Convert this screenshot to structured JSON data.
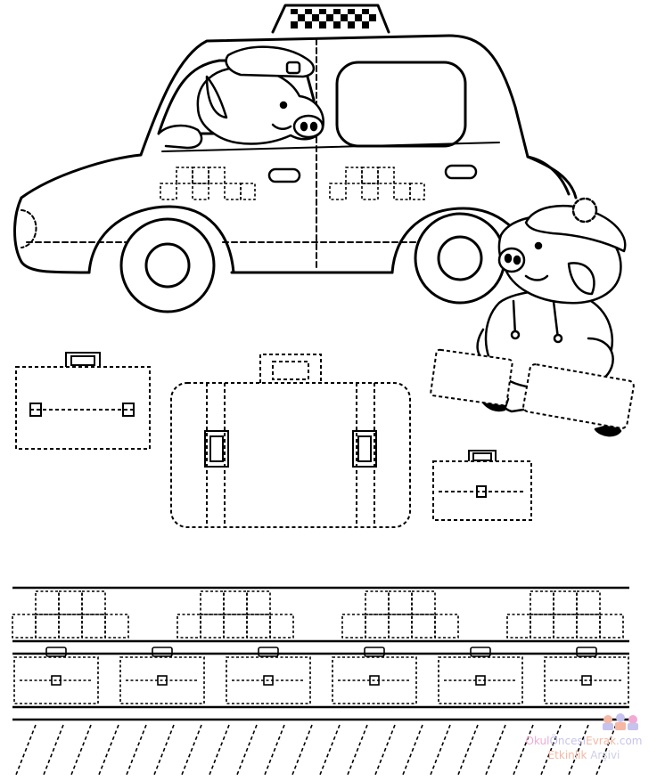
{
  "watermark": {
    "part1": "Okul",
    "part2": "Öncesi",
    "part3": "Evrak",
    "part4": ".com",
    "line2a": "Etkinlik",
    "line2b": "Arşivi"
  },
  "colors": {
    "ink": "#000000",
    "paper": "#ffffff",
    "watermark_pink": "#f2a9d2",
    "watermark_lavender": "#c6c3ee",
    "watermark_peach": "#f4b8a4"
  },
  "practice_rows": {
    "taxi_patterns": 4,
    "suitcases": 6,
    "slashes": 22
  }
}
